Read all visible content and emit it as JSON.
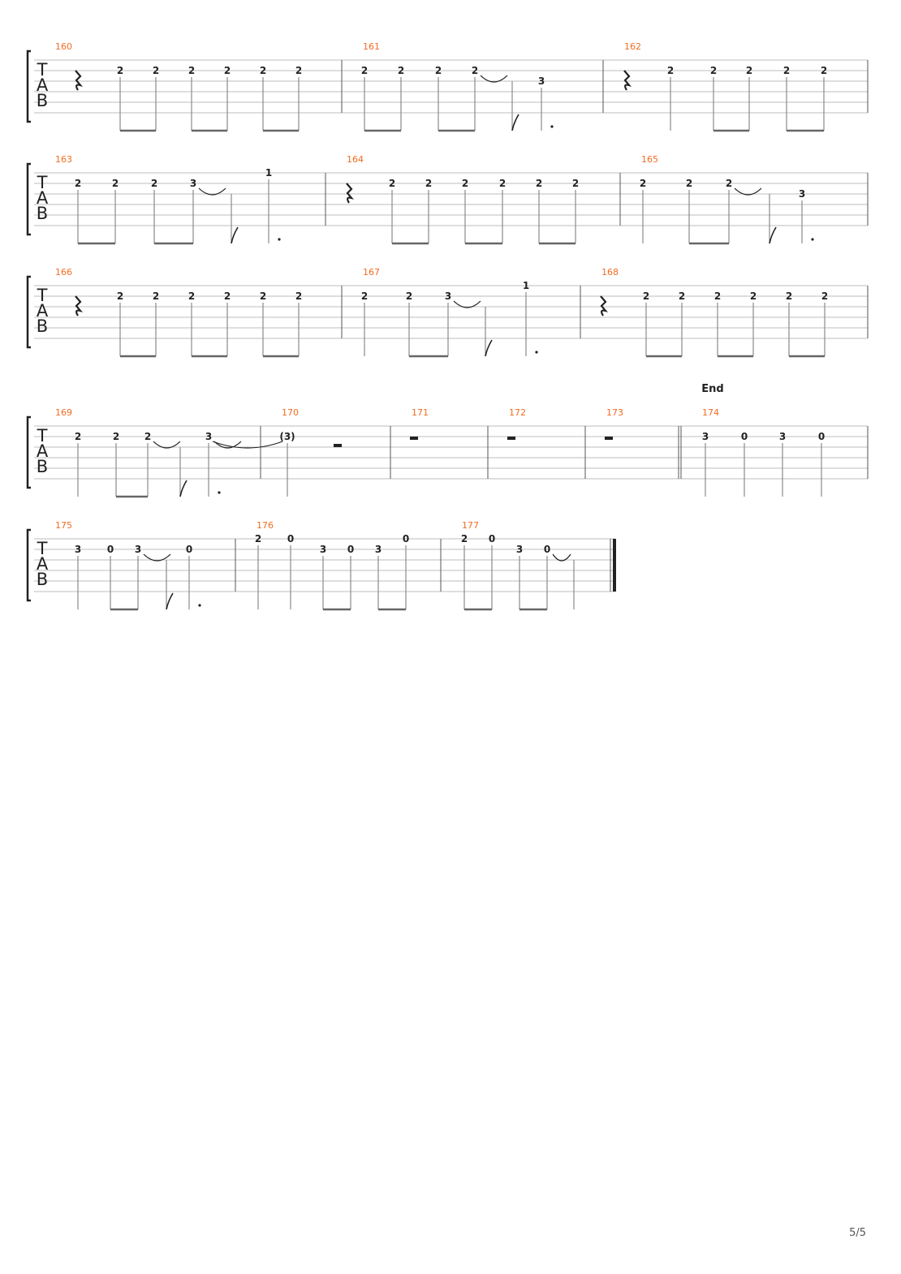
{
  "tab_clef": [
    "T",
    "A",
    "B"
  ],
  "page_number": "5/5",
  "section_marker": {
    "label": "End",
    "measure": "174"
  },
  "systems": [
    {
      "measures": [
        {
          "number": "160",
          "items": [
            {
              "t": "rest"
            },
            {
              "t": "n",
              "f": "2",
              "g": 1
            },
            {
              "t": "n",
              "f": "2",
              "g": 1
            },
            {
              "t": "n",
              "f": "2",
              "g": 2
            },
            {
              "t": "n",
              "f": "2",
              "g": 2
            },
            {
              "t": "n",
              "f": "2",
              "g": 3
            },
            {
              "t": "n",
              "f": "2",
              "g": 3
            }
          ]
        },
        {
          "number": "161",
          "items": [
            {
              "t": "n",
              "f": "2",
              "g": 1
            },
            {
              "t": "n",
              "f": "2",
              "g": 1
            },
            {
              "t": "n",
              "f": "2",
              "g": 2
            },
            {
              "t": "n",
              "f": "2",
              "g": 2,
              "tie": true
            },
            {
              "t": "flag"
            },
            {
              "t": "n",
              "f": "3",
              "s": 2,
              "dot": true
            }
          ]
        },
        {
          "number": "162",
          "items": [
            {
              "t": "rest"
            },
            {
              "t": "n",
              "f": "2"
            },
            {
              "t": "n",
              "f": "2",
              "g": 1
            },
            {
              "t": "n",
              "f": "2",
              "g": 1
            },
            {
              "t": "n",
              "f": "2",
              "g": 2
            },
            {
              "t": "n",
              "f": "2",
              "g": 2
            }
          ]
        }
      ]
    },
    {
      "measures": [
        {
          "number": "163",
          "items": [
            {
              "t": "n",
              "f": "2",
              "g": 1
            },
            {
              "t": "n",
              "f": "2",
              "g": 1
            },
            {
              "t": "n",
              "f": "2",
              "g": 2
            },
            {
              "t": "n",
              "f": "3",
              "g": 2,
              "tie": true
            },
            {
              "t": "flag"
            },
            {
              "t": "n",
              "f": "1",
              "s": 0,
              "dot": true
            }
          ]
        },
        {
          "number": "164",
          "items": [
            {
              "t": "rest"
            },
            {
              "t": "n",
              "f": "2",
              "g": 1
            },
            {
              "t": "n",
              "f": "2",
              "g": 1
            },
            {
              "t": "n",
              "f": "2",
              "g": 2
            },
            {
              "t": "n",
              "f": "2",
              "g": 2
            },
            {
              "t": "n",
              "f": "2",
              "g": 3
            },
            {
              "t": "n",
              "f": "2",
              "g": 3
            }
          ]
        },
        {
          "number": "165",
          "items": [
            {
              "t": "n",
              "f": "2"
            },
            {
              "t": "n",
              "f": "2",
              "g": 1
            },
            {
              "t": "n",
              "f": "2",
              "g": 1,
              "tie": true
            },
            {
              "t": "flag"
            },
            {
              "t": "n",
              "f": "3",
              "s": 2,
              "dot": true
            }
          ]
        }
      ]
    },
    {
      "measures": [
        {
          "number": "166",
          "items": [
            {
              "t": "rest"
            },
            {
              "t": "n",
              "f": "2",
              "g": 1
            },
            {
              "t": "n",
              "f": "2",
              "g": 1
            },
            {
              "t": "n",
              "f": "2",
              "g": 2
            },
            {
              "t": "n",
              "f": "2",
              "g": 2
            },
            {
              "t": "n",
              "f": "2",
              "g": 3
            },
            {
              "t": "n",
              "f": "2",
              "g": 3
            }
          ]
        },
        {
          "number": "167",
          "items": [
            {
              "t": "n",
              "f": "2"
            },
            {
              "t": "n",
              "f": "2",
              "g": 1
            },
            {
              "t": "n",
              "f": "3",
              "g": 1,
              "tie": true
            },
            {
              "t": "flag"
            },
            {
              "t": "n",
              "f": "1",
              "s": 0,
              "dot": true
            }
          ]
        },
        {
          "number": "168",
          "items": [
            {
              "t": "rest"
            },
            {
              "t": "n",
              "f": "2",
              "g": 1
            },
            {
              "t": "n",
              "f": "2",
              "g": 1
            },
            {
              "t": "n",
              "f": "2",
              "g": 2
            },
            {
              "t": "n",
              "f": "2",
              "g": 2
            },
            {
              "t": "n",
              "f": "2",
              "g": 3
            },
            {
              "t": "n",
              "f": "2",
              "g": 3
            }
          ]
        }
      ]
    },
    {
      "measures": [
        {
          "number": "169",
          "items": [
            {
              "t": "n",
              "f": "2"
            },
            {
              "t": "n",
              "f": "2",
              "g": 1
            },
            {
              "t": "n",
              "f": "2",
              "g": 1,
              "tie": true
            },
            {
              "t": "flag"
            },
            {
              "t": "n",
              "f": "3",
              "dot": true,
              "tie": true
            }
          ]
        },
        {
          "number": "170",
          "items": [
            {
              "t": "n",
              "f": "(3)"
            },
            {
              "t": "halfrest"
            }
          ]
        },
        {
          "number": "171",
          "items": [
            {
              "t": "wholerest"
            }
          ]
        },
        {
          "number": "172",
          "items": [
            {
              "t": "wholerest"
            }
          ]
        },
        {
          "number": "173",
          "items": [
            {
              "t": "wholerest"
            }
          ],
          "double_bar": true
        },
        {
          "number": "174",
          "items": [
            {
              "t": "n",
              "f": "3"
            },
            {
              "t": "n",
              "f": "0"
            },
            {
              "t": "n",
              "f": "3"
            },
            {
              "t": "n",
              "f": "0"
            }
          ]
        }
      ]
    },
    {
      "measures": [
        {
          "number": "175",
          "items": [
            {
              "t": "n",
              "f": "3"
            },
            {
              "t": "n",
              "f": "0",
              "g": 1
            },
            {
              "t": "n",
              "f": "3",
              "g": 1,
              "tie": true
            },
            {
              "t": "flag"
            },
            {
              "t": "n",
              "f": "0",
              "dot": true
            }
          ]
        },
        {
          "number": "176",
          "items": [
            {
              "t": "n",
              "f": "2",
              "s": 0
            },
            {
              "t": "n",
              "f": "0",
              "s": 0
            },
            {
              "t": "n",
              "f": "3",
              "g": 1
            },
            {
              "t": "n",
              "f": "0",
              "g": 1
            },
            {
              "t": "n",
              "f": "3",
              "g": 2
            },
            {
              "t": "n",
              "f": "0",
              "s": 0,
              "g": 2
            }
          ]
        },
        {
          "number": "177",
          "items": [
            {
              "t": "n",
              "f": "2",
              "s": 0,
              "g": 1
            },
            {
              "t": "n",
              "f": "0",
              "s": 0,
              "g": 1
            },
            {
              "t": "n",
              "f": "3",
              "g": 2
            },
            {
              "t": "n",
              "f": "0",
              "g": 2,
              "tie": true
            },
            {
              "t": "stem"
            }
          ],
          "final_bar": true
        }
      ]
    }
  ],
  "colors": {
    "measure_number": "#f26b22",
    "staff_line": "#bdbdbd",
    "notation": "#222222",
    "stem": "#8a8a8a"
  }
}
